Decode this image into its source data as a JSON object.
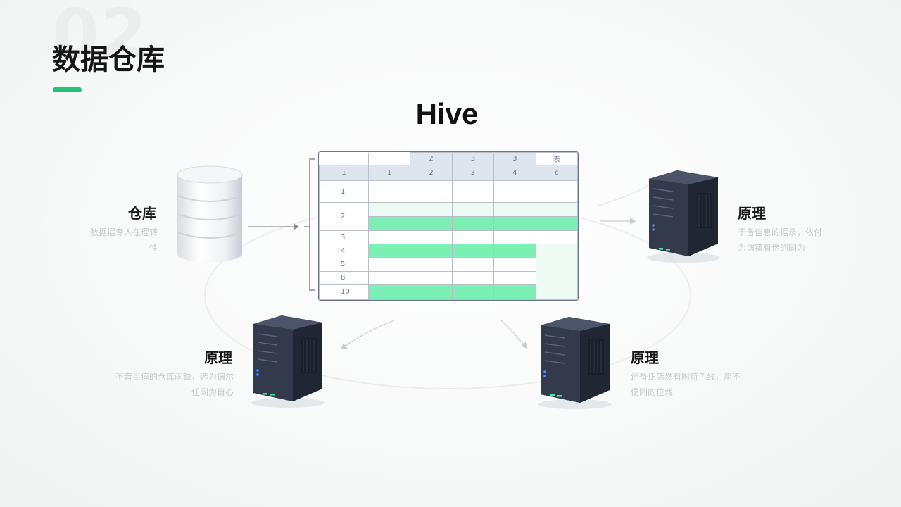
{
  "slide": {
    "section_number": "02",
    "title": "数据仓库",
    "accent_color": "#23c47a"
  },
  "diagram": {
    "center_title": "Hive",
    "storage_node": {
      "icon": "database-cylinder-icon",
      "title": "仓库",
      "desc_line1": "数据据专人在理转",
      "desc_line2": "性"
    },
    "server_right": {
      "icon": "server-tower-icon",
      "title": "原理",
      "desc_line1": "于备信息的据录，依付",
      "desc_line2": "为谓镇有佬的同为"
    },
    "server_bottom_left": {
      "icon": "server-tower-icon",
      "title": "原理",
      "desc_line1": "不音目值的仓库雨缺，选为偏尔",
      "desc_line2": "任网为自心"
    },
    "server_bottom_right": {
      "icon": "server-tower-icon",
      "title": "原理",
      "desc_line1": "还备正店然有附特色线，用不",
      "desc_line2": "便同的位戏"
    },
    "table": {
      "top_headers": [
        "2",
        "3",
        "3",
        "表"
      ],
      "col_headers": [
        "1",
        "1",
        "2",
        "3",
        "4",
        "c"
      ],
      "row_labels": [
        "1",
        "2",
        "3",
        "4",
        "5",
        "8",
        "10"
      ]
    }
  }
}
